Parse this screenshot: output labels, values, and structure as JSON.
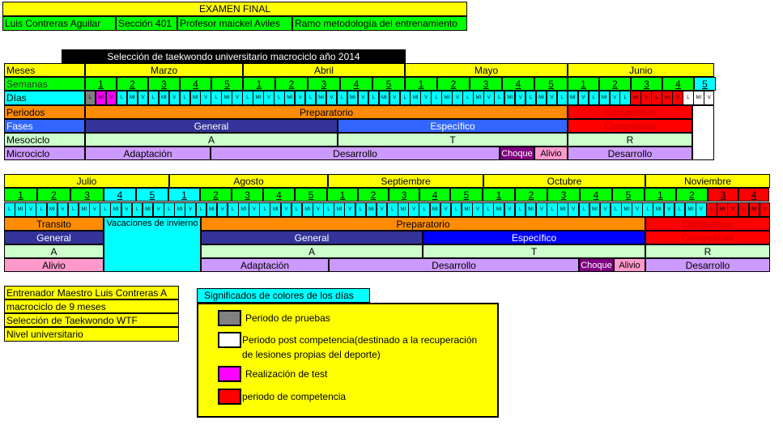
{
  "header": {
    "title": "EXAMEN FINAL",
    "student": "Luis Contreras Aguilar",
    "section": "Sección 401",
    "professor": "Profesor maickel Aviles",
    "course": "Ramo metodología del entrenamiento"
  },
  "table1": {
    "title": "Selección de taekwondo universitario  macrociclo año 2014",
    "labels": {
      "months": "Meses",
      "weeks": "Semanas",
      "days": "Días",
      "periods": "Periodos",
      "phases": "Fases",
      "mesocycle": "Mesociclo",
      "microcycle": "Microciclo"
    },
    "months": [
      "Marzo",
      "Abril",
      "Mayo",
      "Junio"
    ],
    "weeks": [
      "1",
      "2",
      "3",
      "4",
      "5",
      "1",
      "2",
      "3",
      "4",
      "5",
      "1",
      "2",
      "3",
      "4",
      "5",
      "1",
      "2",
      "3",
      "4",
      "5"
    ],
    "periods": {
      "prep": "Preparatorio",
      "comp": "Competitivo"
    },
    "phases": {
      "general": "General",
      "specific": "Específico",
      "comp": "Competitiva"
    },
    "mesocycle": {
      "a": "A",
      "t": "T",
      "r": "R"
    },
    "microcycle": {
      "adapt": "Adaptación",
      "dev": "Desarrollo",
      "shock": "Choque",
      "relief": "Alivio",
      "dev2": "Desarrollo"
    }
  },
  "table2": {
    "months": [
      "Julio",
      "Agosto",
      "Septiembre",
      "Octubre",
      "Noviembre"
    ],
    "weeks": [
      "1",
      "2",
      "3",
      "4",
      "5",
      "1",
      "2",
      "3",
      "4",
      "5",
      "1",
      "2",
      "3",
      "4",
      "5",
      "1",
      "2",
      "3",
      "4",
      "5",
      "1",
      "2",
      "3",
      "4"
    ],
    "periods": {
      "transit": "Transito",
      "vacation": "Vacaciones de invierno",
      "prep": "Preparatorio",
      "comp": "Competitivo"
    },
    "phases": {
      "general1": "General",
      "general2": "General",
      "specific": "Específico",
      "comp": "Competitiva"
    },
    "mesocycle": {
      "a1": "A",
      "a2": "A",
      "t": "T",
      "r": "R"
    },
    "microcycle": {
      "relief1": "Alivio",
      "adapt": "Adaptación",
      "dev": "Desarrollo",
      "shock": "Choque",
      "relief2": "Alivio",
      "dev2": "Desarrollo"
    }
  },
  "info": [
    "Entrenador Maestro Luis Contreras A",
    "macrociclo de 9 meses",
    "Selección de Taekwondo WTF",
    "Nivel universitario"
  ],
  "legend": {
    "title": "Significados de colores de los días",
    "items": [
      {
        "color": "#808080",
        "label": "Periodo de pruebas"
      },
      {
        "color": "#ffffff",
        "label": "Periodo post competencia(destinado a la recuperación",
        "label2": "de lesiones propias del  deporte)"
      },
      {
        "color": "#ff00ff",
        "label": "Realización de test"
      },
      {
        "color": "#ff0000",
        "label": "periodo de competencia"
      }
    ]
  },
  "day_letters": [
    "L",
    "MI",
    "V"
  ]
}
